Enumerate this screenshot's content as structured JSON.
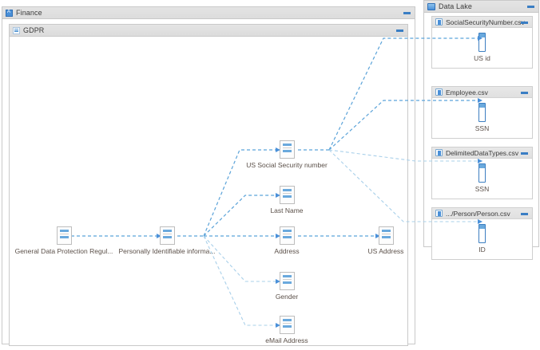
{
  "panels": {
    "finance": {
      "title": "Finance",
      "icon": "application-icon",
      "minimize": "minimize-button",
      "inner": {
        "title": "GDPR",
        "icon": "glossary-icon",
        "minimize": "minimize-button"
      }
    },
    "data_lake": {
      "title": "Data Lake",
      "icon": "data-lake-icon",
      "minimize": "minimize-button",
      "files": [
        {
          "title": "SocialSecurityNumber.csv",
          "icon": "csv-file-icon",
          "column": "US id"
        },
        {
          "title": "Employee.csv",
          "icon": "csv-file-icon",
          "column": "SSN"
        },
        {
          "title": "DelimitedDataTypes.csv",
          "icon": "csv-file-icon",
          "column": "SSN"
        },
        {
          "title": ".../Person/Person.csv",
          "icon": "csv-file-icon",
          "column": "ID"
        }
      ]
    }
  },
  "graph": {
    "nodes": [
      {
        "id": "gdpr",
        "label": "General Data Protection Regul...",
        "icon": "term-document-icon"
      },
      {
        "id": "pii",
        "label": "Personally Identifiable informa...",
        "icon": "term-document-icon"
      },
      {
        "id": "ussn",
        "label": "US Social Security number",
        "icon": "term-document-icon"
      },
      {
        "id": "lastname",
        "label": "Last Name",
        "icon": "term-document-icon"
      },
      {
        "id": "address",
        "label": "Address",
        "icon": "term-document-icon"
      },
      {
        "id": "gender",
        "label": "Gender",
        "icon": "term-document-icon"
      },
      {
        "id": "email",
        "label": "eMail Address",
        "icon": "term-document-icon"
      },
      {
        "id": "usaddr",
        "label": "US Address",
        "icon": "term-document-icon"
      }
    ]
  },
  "colors": {
    "link": "#5ba3d9",
    "accent": "#4a90d9",
    "panel_header": "#e0e0e0",
    "text": "#5b5049"
  }
}
